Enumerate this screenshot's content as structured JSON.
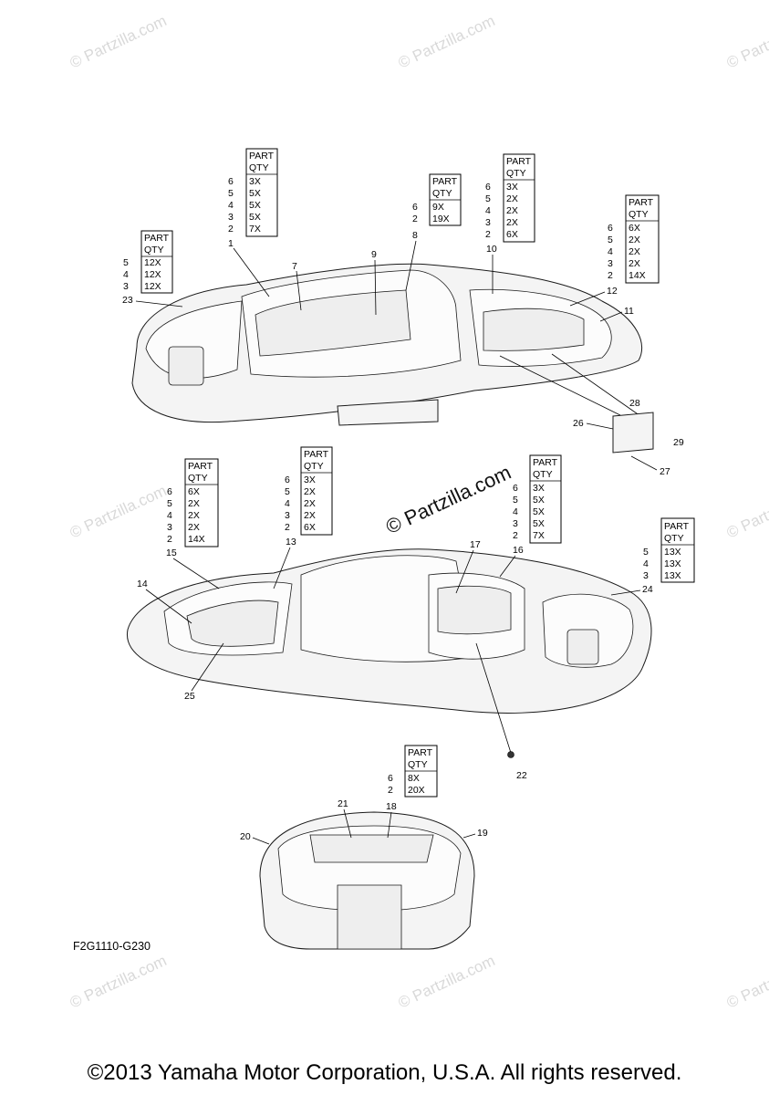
{
  "watermark": "© Partzilla.com",
  "center_watermark": "© Partzilla.com",
  "figure_code": "F2G1110-G230",
  "copyright": "©2013 Yamaha Motor Corporation, U.S.A. All rights reserved.",
  "tables": {
    "t_a": {
      "header": [
        "PART",
        "QTY"
      ],
      "parts": [
        "5",
        "4",
        "3"
      ],
      "qty": [
        "12X",
        "12X",
        "12X"
      ]
    },
    "t_b": {
      "header": [
        "PART",
        "QTY"
      ],
      "parts": [
        "6",
        "5",
        "4",
        "3",
        "2"
      ],
      "qty": [
        "3X",
        "5X",
        "5X",
        "5X",
        "7X"
      ]
    },
    "t_c": {
      "header": [
        "PART",
        "QTY"
      ],
      "parts": [
        "6",
        "2"
      ],
      "qty": [
        "9X",
        "19X"
      ]
    },
    "t_d": {
      "header": [
        "PART",
        "QTY"
      ],
      "parts": [
        "6",
        "5",
        "4",
        "3",
        "2"
      ],
      "qty": [
        "3X",
        "2X",
        "2X",
        "2X",
        "6X"
      ]
    },
    "t_e": {
      "header": [
        "PART",
        "QTY"
      ],
      "parts": [
        "6",
        "5",
        "4",
        "3",
        "2"
      ],
      "qty": [
        "6X",
        "2X",
        "2X",
        "2X",
        "14X"
      ]
    },
    "t_f": {
      "header": [
        "PART",
        "QTY"
      ],
      "parts": [
        "6",
        "5",
        "4",
        "3",
        "2"
      ],
      "qty": [
        "6X",
        "2X",
        "2X",
        "2X",
        "14X"
      ]
    },
    "t_g": {
      "header": [
        "PART",
        "QTY"
      ],
      "parts": [
        "6",
        "5",
        "4",
        "3",
        "2"
      ],
      "qty": [
        "3X",
        "2X",
        "2X",
        "2X",
        "6X"
      ]
    },
    "t_h": {
      "header": [
        "PART",
        "QTY"
      ],
      "parts": [
        "6",
        "5",
        "4",
        "3",
        "2"
      ],
      "qty": [
        "3X",
        "5X",
        "5X",
        "5X",
        "7X"
      ]
    },
    "t_i": {
      "header": [
        "PART",
        "QTY"
      ],
      "parts": [
        "5",
        "4",
        "3"
      ],
      "qty": [
        "13X",
        "13X",
        "13X"
      ]
    },
    "t_j": {
      "header": [
        "PART",
        "QTY"
      ],
      "parts": [
        "6",
        "2"
      ],
      "qty": [
        "8X",
        "20X"
      ]
    }
  },
  "callouts": {
    "c1": "1",
    "c7": "7",
    "c8": "8",
    "c9": "9",
    "c10": "10",
    "c11": "11",
    "c12": "12",
    "c13": "13",
    "c14": "14",
    "c15": "15",
    "c16": "16",
    "c17": "17",
    "c18": "18",
    "c19": "19",
    "c20": "20",
    "c21": "21",
    "c22": "22",
    "c23": "23",
    "c24": "24",
    "c25": "25",
    "c26": "26",
    "c27": "27",
    "c28": "28",
    "c29": "29"
  }
}
